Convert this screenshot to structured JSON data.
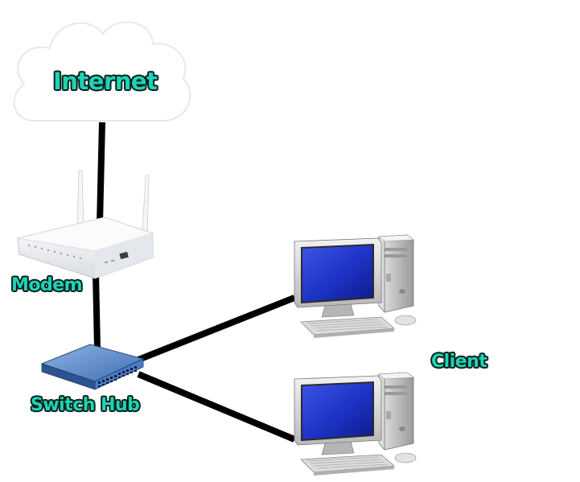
{
  "labels": {
    "internet": "Internet",
    "modem": "Modem",
    "switch_hub": "Switch Hub",
    "client": "Client"
  },
  "nodes": [
    {
      "id": "internet",
      "kind": "cloud"
    },
    {
      "id": "modem",
      "kind": "wireless-router"
    },
    {
      "id": "switch_hub",
      "kind": "network-switch"
    },
    {
      "id": "client_1",
      "kind": "desktop-computer"
    },
    {
      "id": "client_2",
      "kind": "desktop-computer"
    }
  ],
  "edges": [
    {
      "from": "internet",
      "to": "modem"
    },
    {
      "from": "modem",
      "to": "switch_hub"
    },
    {
      "from": "switch_hub",
      "to": "client_1"
    },
    {
      "from": "switch_hub",
      "to": "client_2"
    }
  ],
  "colors": {
    "label_fill": "#1fd3b4",
    "label_outline": "#06201c",
    "cable": "#000000",
    "screen": "#1e35c8",
    "switch_body": "#3f6fb2"
  }
}
